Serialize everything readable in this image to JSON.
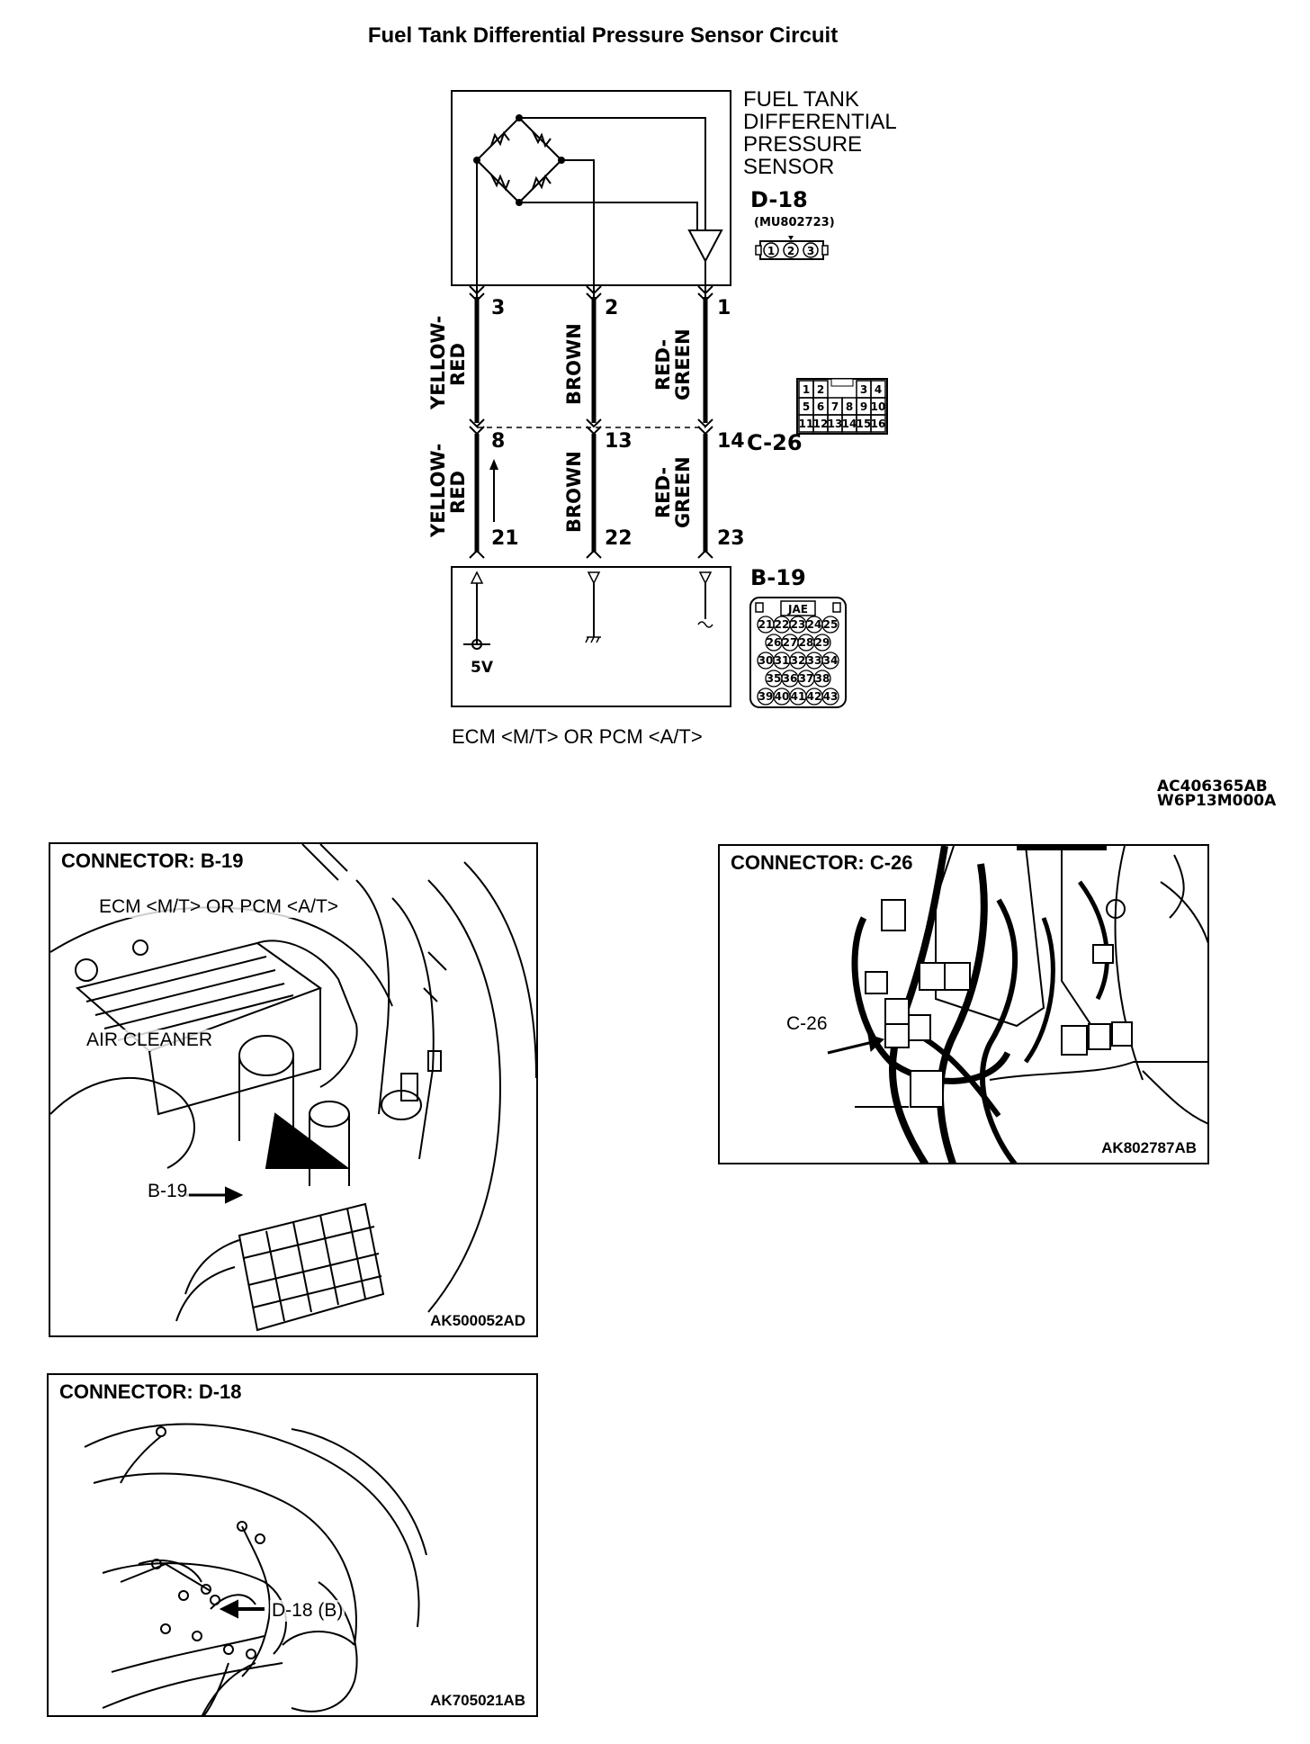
{
  "title": "Fuel Tank Differential Pressure Sensor Circuit",
  "sensor": {
    "name_lines": [
      "FUEL TANK",
      "DIFFERENTIAL",
      "PRESSURE",
      "SENSOR"
    ],
    "connector": "D-18",
    "part_no": "(MU802723)",
    "pins": [
      "1",
      "2",
      "3"
    ]
  },
  "wires_upper": [
    {
      "pin": "3",
      "color": "YELLOW-\nRED"
    },
    {
      "pin": "2",
      "color": "BROWN"
    },
    {
      "pin": "1",
      "color": "RED-\nGREEN"
    }
  ],
  "junction": {
    "connector": "C-26",
    "pins": [
      "8",
      "13",
      "14"
    ],
    "grid": [
      [
        "1",
        "2",
        "",
        "",
        "3",
        "4"
      ],
      [
        "5",
        "6",
        "7",
        "8",
        "9",
        "10"
      ],
      [
        "11",
        "12",
        "13",
        "14",
        "15",
        "16"
      ]
    ]
  },
  "wires_lower": [
    {
      "pin": "21",
      "color": "YELLOW-\nRED"
    },
    {
      "pin": "22",
      "color": "BROWN"
    },
    {
      "pin": "23",
      "color": "RED-\nGREEN"
    }
  ],
  "ecm": {
    "connector": "B-19",
    "brand": "JAE",
    "supply": "5V",
    "label": "ECM <M/T> OR PCM <A/T>",
    "grid": [
      [
        "21",
        "22",
        "23",
        "24",
        "25"
      ],
      [
        "26",
        "27",
        "28",
        "29"
      ],
      [
        "30",
        "31",
        "32",
        "33",
        "34"
      ],
      [
        "35",
        "36",
        "37",
        "38"
      ],
      [
        "39",
        "40",
        "41",
        "42",
        "43"
      ]
    ]
  },
  "codes": [
    "AC406365AB",
    "W6P13M000A"
  ],
  "panels": {
    "b19": {
      "title": "CONNECTOR: B-19",
      "labels": [
        "ECM <M/T> OR PCM <A/T>",
        "AIR CLEANER",
        "B-19"
      ],
      "code": "AK500052AD"
    },
    "c26": {
      "title": "CONNECTOR: C-26",
      "labels": [
        "C-26"
      ],
      "code": "AK802787AB"
    },
    "d18": {
      "title": "CONNECTOR: D-18",
      "labels": [
        "D-18 (B)"
      ],
      "code": "AK705021AB"
    }
  }
}
